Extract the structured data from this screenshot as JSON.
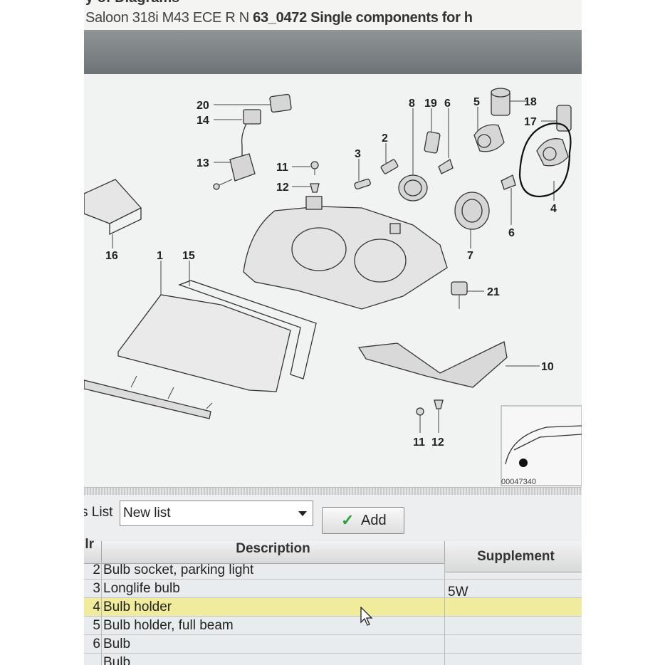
{
  "title": {
    "line1": "y of Diagrams",
    "line2_pre": "Saloon 318i M43 ECE  R N",
    "line2_bold": "63_0472 Single components for h"
  },
  "diagram": {
    "callouts": [
      "20",
      "14",
      "13",
      "11",
      "12",
      "3",
      "2",
      "8",
      "19",
      "6",
      "5",
      "18",
      "17",
      "4",
      "6",
      "16",
      "1",
      "15",
      "7",
      "21",
      "10",
      "11",
      "12"
    ],
    "image_code": "00047340"
  },
  "toolbar": {
    "list_label": "s List",
    "list_value": "New list",
    "add_label": "Add"
  },
  "table": {
    "headers": {
      "nr": "lr",
      "description": "Description",
      "supplement": "Supplement"
    },
    "rows": [
      {
        "nr": "2",
        "description": "Bulb socket, parking light",
        "supplement": ""
      },
      {
        "nr": "3",
        "description": "Longlife bulb",
        "supplement": "5W"
      },
      {
        "nr": "4",
        "description": "Bulb holder",
        "supplement": "",
        "selected": true
      },
      {
        "nr": "5",
        "description": "Bulb holder, full beam",
        "supplement": ""
      },
      {
        "nr": "6",
        "description": "Bulb",
        "supplement": ""
      },
      {
        "nr": "",
        "description": "Bulb",
        "supplement": ""
      }
    ]
  },
  "colors": {
    "selected_row": "#f0ec9c",
    "check": "#27a23c"
  }
}
